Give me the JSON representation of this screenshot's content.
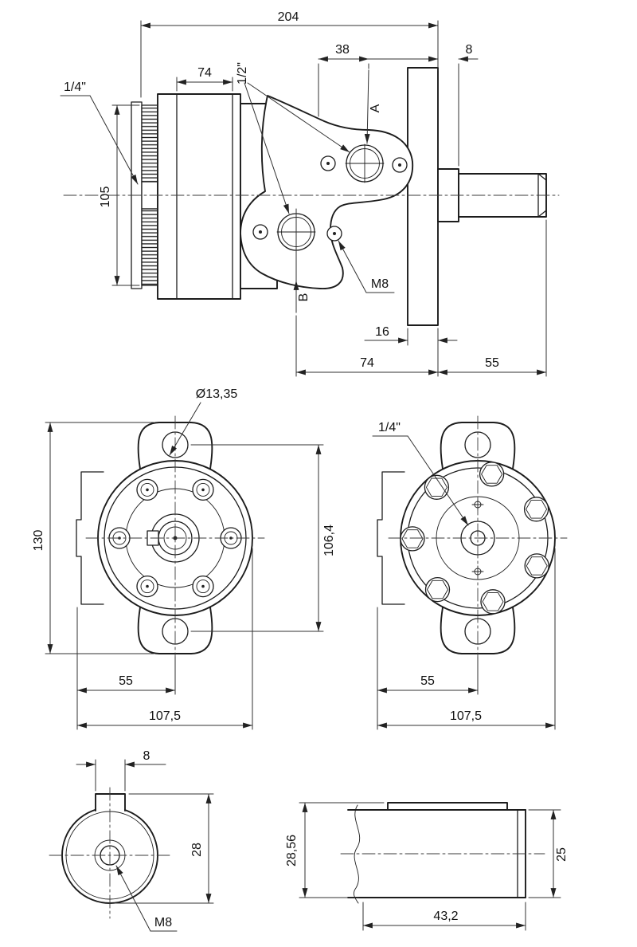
{
  "page": {
    "background": "#ffffff",
    "ink": "#1c1c1c"
  },
  "drawing": {
    "views": {
      "side": {
        "dims": {
          "overall_length": "204",
          "port_offset": "38",
          "plate_offset": "8",
          "body_section": "74",
          "port_size": "1/2\"",
          "drain_port": "1/4\"",
          "body_height": "105",
          "port_a_label": "A",
          "port_b_label": "B",
          "mount_holes": "M8",
          "port_b_offset": "16",
          "mount_to_face": "74",
          "shaft_length": "55"
        }
      },
      "front": {
        "dims": {
          "tab_hole_dia": "Ø13,35",
          "overall_height": "130",
          "hole_spacing": "106,4",
          "center_offset": "55",
          "overall_width": "107,5"
        }
      },
      "rear": {
        "dims": {
          "center_port": "1/4\"",
          "center_offset": "55",
          "overall_width": "107,5"
        }
      },
      "shaft_end": {
        "dims": {
          "key_width": "8",
          "overall_with_key": "28",
          "center_thread": "M8"
        }
      },
      "shaft_side": {
        "dims": {
          "height_over_key": "28,56",
          "shaft_dia": "25",
          "shaft_length": "43,2"
        }
      }
    }
  }
}
